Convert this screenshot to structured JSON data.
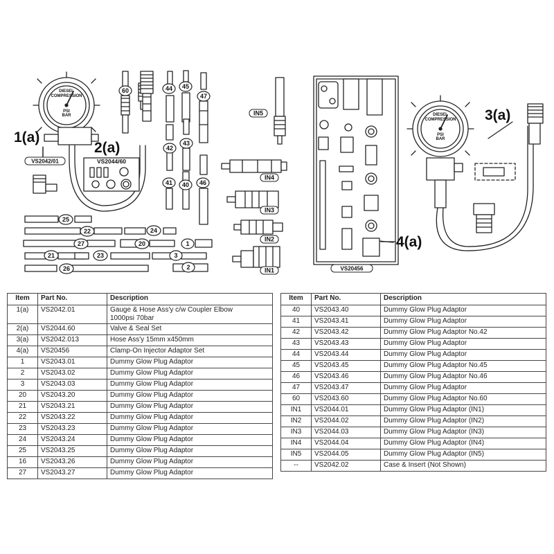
{
  "illustration": {
    "callouts": {
      "c1a": "1(a)",
      "c2a": "2(a)",
      "c3a": "3(a)",
      "c4a": "4(a)"
    },
    "kit_labels": {
      "vs204201": "VS2042/01",
      "vs204460": "VS2044/60",
      "vs20456": "VS20456"
    },
    "gauge_text": {
      "line1": "DIESEL",
      "line2": "COMPRESSION",
      "psi": "PSI",
      "bar": "BAR"
    },
    "bubbles": {
      "b60": "60",
      "b44": "44",
      "b45": "45",
      "b47": "47",
      "b42": "42",
      "b43": "43",
      "b41": "41",
      "b40": "40",
      "b46": "46",
      "b25": "25",
      "b22": "22",
      "b24": "24",
      "b27": "27",
      "b20": "20",
      "b1": "1",
      "b21": "21",
      "b23": "23",
      "b3": "3",
      "b26": "26",
      "b2": "2"
    },
    "in_labels": {
      "in5": "IN5",
      "in4": "IN4",
      "in3": "IN3",
      "in2": "IN2",
      "in1": "IN1"
    }
  },
  "table_left": {
    "headers": [
      "Item",
      "Part No.",
      "Description"
    ],
    "rows": [
      {
        "item": "1(a)",
        "part": "VS2042.01",
        "desc": "Gauge & Hose Ass'y c/w Coupler Elbow",
        "desc2": "1000psi 70bar"
      },
      {
        "item": "2(a)",
        "part": "VS2044.60",
        "desc": "Valve & Seal Set"
      },
      {
        "item": "3(a)",
        "part": "VS2042.013",
        "desc": "Hose Ass'y 15mm x450mm"
      },
      {
        "item": "4(a)",
        "part": "VS20456",
        "desc": "Clamp-On Injector Adaptor Set"
      },
      {
        "item": "1",
        "part": "VS2043.01",
        "desc": "Dummy Glow Plug Adaptor"
      },
      {
        "item": "2",
        "part": "VS2043.02",
        "desc": "Dummy Glow Plug Adaptor"
      },
      {
        "item": "3",
        "part": "VS2043.03",
        "desc": "Dummy Glow Plug Adaptor"
      },
      {
        "item": "20",
        "part": "VS2043.20",
        "desc": "Dummy Glow Plug Adaptor"
      },
      {
        "item": "21",
        "part": "VS2043.21",
        "desc": "Dummy Glow Plug Adaptor"
      },
      {
        "item": "22",
        "part": "VS2043.22",
        "desc": "Dummy Glow Plug Adaptor"
      },
      {
        "item": "23",
        "part": "VS2043.23",
        "desc": "Dummy Glow Plug Adaptor"
      },
      {
        "item": "24",
        "part": "VS2043.24",
        "desc": "Dummy Glow Plug Adaptor"
      },
      {
        "item": "25",
        "part": "VS2043.25",
        "desc": "Dummy Glow Plug Adaptor"
      },
      {
        "item": "16",
        "part": "VS2043.26",
        "desc": "Dummy Glow Plug Adaptor"
      },
      {
        "item": "27",
        "part": "VS2043.27",
        "desc": "Dummy Glow Plug Adaptor"
      }
    ]
  },
  "table_right": {
    "headers": [
      "Item",
      "Part No.",
      "Description"
    ],
    "rows": [
      {
        "item": "40",
        "part": "VS2043.40",
        "desc": "Dummy Glow Plug Adaptor"
      },
      {
        "item": "41",
        "part": "VS2043.41",
        "desc": "Dummy Glow Plug Adaptor"
      },
      {
        "item": "42",
        "part": "VS2043.42",
        "desc": "Dummy Glow Plug Adaptor No.42"
      },
      {
        "item": "43",
        "part": "VS2043.43",
        "desc": "Dummy Glow Plug Adaptor"
      },
      {
        "item": "44",
        "part": "VS2043.44",
        "desc": "Dummy Glow Plug Adaptor"
      },
      {
        "item": "45",
        "part": "VS2043.45",
        "desc": "Dummy Glow Plug Adaptor  No.45"
      },
      {
        "item": "46",
        "part": "VS2043.46",
        "desc": "Dummy Glow Plug Adaptor  No.46"
      },
      {
        "item": "47",
        "part": "VS2043.47",
        "desc": "Dummy Glow Plug Adaptor"
      },
      {
        "item": "60",
        "part": "VS2043.60",
        "desc": "Dummy Glow Plug Adaptor No.60"
      },
      {
        "item": "IN1",
        "part": "VS2044.01",
        "desc": "Dummy Glow Plug Adaptor (IN1)"
      },
      {
        "item": "IN2",
        "part": "VS2044.02",
        "desc": "Dummy Glow Plug Adaptor (IN2)"
      },
      {
        "item": "IN3",
        "part": "VS2044.03",
        "desc": "Dummy Glow Plug Adaptor  (IN3)"
      },
      {
        "item": "IN4",
        "part": "VS2044.04",
        "desc": "Dummy Glow Plug Adaptor  (IN4)"
      },
      {
        "item": "IN5",
        "part": "VS2044.05",
        "desc": "Dummy Glow Plug Adaptor (IN5)"
      },
      {
        "item": "--",
        "part": "VS2042.02",
        "desc": "Case & Insert (Not Shown)"
      }
    ]
  }
}
